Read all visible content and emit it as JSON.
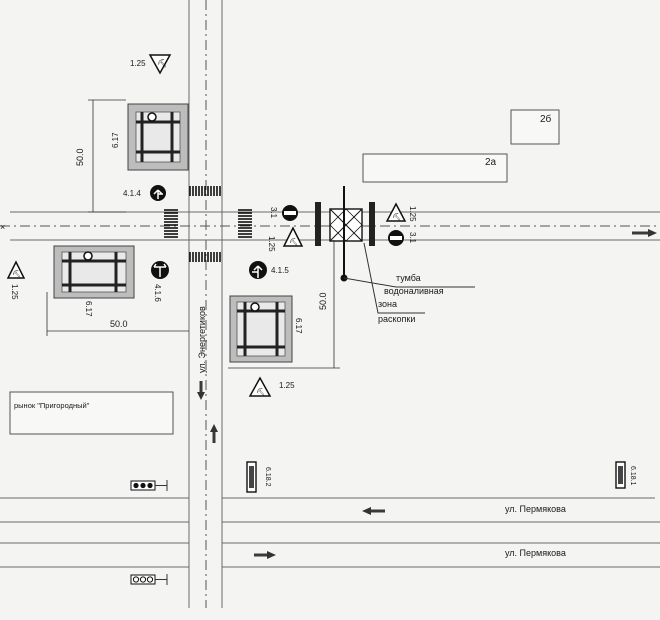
{
  "labels": {
    "building_2b": "2б",
    "building_2a": "2а",
    "market": "рынок \"Пригородный\"",
    "street_permyakova_top": "ул. Пермякова",
    "street_permyakova_bottom": "ул. Пермякова",
    "street_energetikov": "ул. Энергетиков",
    "water_hydrant": "тумба водоналивная",
    "dig_zone": "зона раскопки"
  },
  "dimensions": {
    "left_vertical": "50.0",
    "left_horizontal": "50.0",
    "right_vertical": "50.0"
  },
  "sign_codes": {
    "s_1_25_top": "1.25",
    "s_6_17_top": "6.17",
    "s_4_1_4": "4.1.4",
    "s_1_25_left": "1.25",
    "s_6_17_left": "6.17",
    "s_4_1_6": "4.1.6",
    "s_3_1_left": "3.1",
    "s_1_25_center": "1.25",
    "s_4_1_5": "4.1.5",
    "s_1_25_right": "1.25",
    "s_3_1_right": "3.1",
    "s_6_17_right": "6.17",
    "s_1_25_bottom": "1.25",
    "s_6_18_2": "6.18.2",
    "s_6_18_1": "6.18.1"
  },
  "colors": {
    "line": "#6a6a6a",
    "ink": "#111111",
    "paper": "#f4f4f2"
  }
}
